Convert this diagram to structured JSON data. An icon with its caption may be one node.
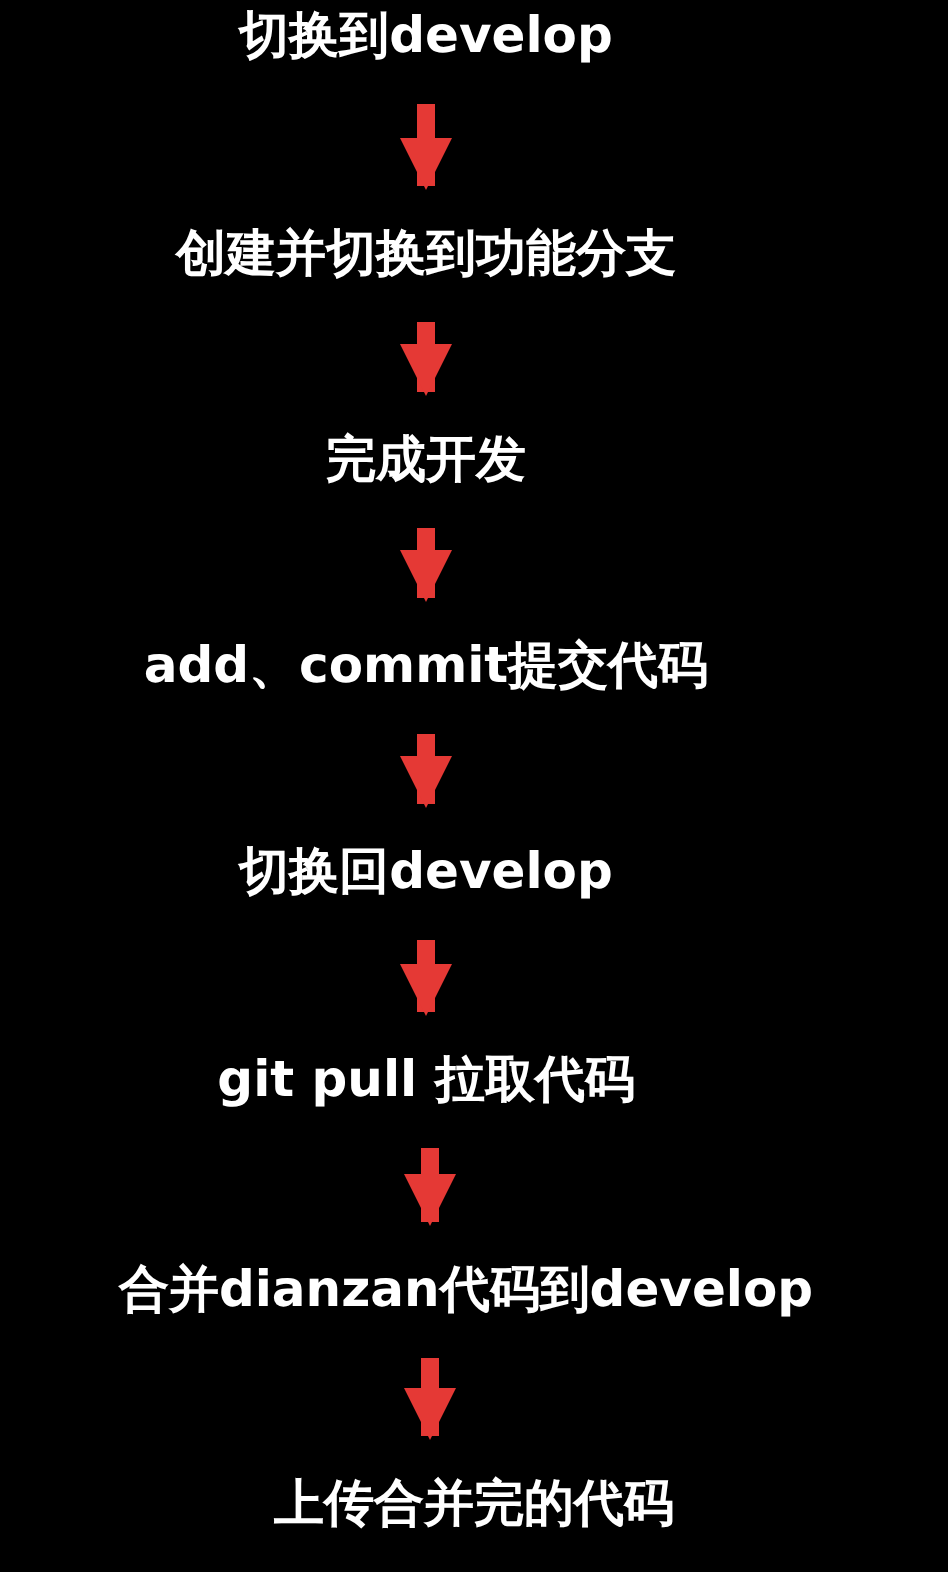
{
  "diagram": {
    "nodes": [
      {
        "text": [
          "切换到develop"
        ]
      },
      {
        "text": [
          "创建并切换到功能分支"
        ]
      },
      {
        "text": [
          "完成开发"
        ]
      },
      {
        "text": [
          "add、commit提交代码"
        ]
      },
      {
        "text": [
          "切换回develop"
        ]
      },
      {
        "text": [
          "git pull 拉取代码"
        ]
      },
      {
        "text": [
          "合并dianzan代码到develop"
        ]
      },
      {
        "text": [
          "上传合并完的代码"
        ]
      }
    ],
    "edges": [
      {
        "from": 0,
        "to": 1,
        "arrow": "to"
      },
      {
        "from": 1,
        "to": 2,
        "arrow": "to"
      },
      {
        "from": 2,
        "to": 3,
        "arrow": "to"
      },
      {
        "from": 3,
        "to": 4,
        "arrow": "to"
      },
      {
        "from": 4,
        "to": 5,
        "arrow": "to"
      },
      {
        "from": 5,
        "to": 6,
        "arrow": "to"
      },
      {
        "from": 6,
        "to": 7,
        "arrow": "to"
      }
    ]
  }
}
